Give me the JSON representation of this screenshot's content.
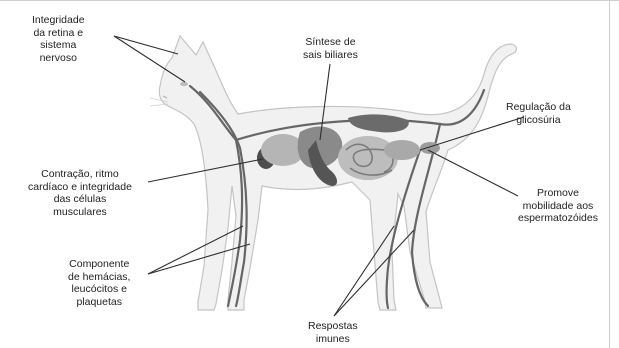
{
  "labels": {
    "retina": [
      "Integridade",
      "da retina e",
      "sistema",
      "nervoso"
    ],
    "bile": [
      "Síntese de",
      "sais biliares"
    ],
    "glucose": [
      "Regulação da",
      "glicosúria"
    ],
    "muscle": [
      "Contração, ritmo",
      "cardíaco e integridade",
      "das células",
      "musculares"
    ],
    "sperm": [
      "Promove",
      "mobilidade aos",
      "espermatozóides"
    ],
    "blood": [
      "Componente",
      "de hemácias,",
      "leucócitos e",
      "plaquetas"
    ],
    "immune": [
      "Respostas",
      "imunes"
    ]
  },
  "colors": {
    "line": "#2f2f2f",
    "body_fill": "#f1f1f1",
    "body_outline": "#c4c4c4",
    "organ_dark": "#555555",
    "organ_mid": "#8a8a8a",
    "organ_light": "#b5b5b5"
  }
}
